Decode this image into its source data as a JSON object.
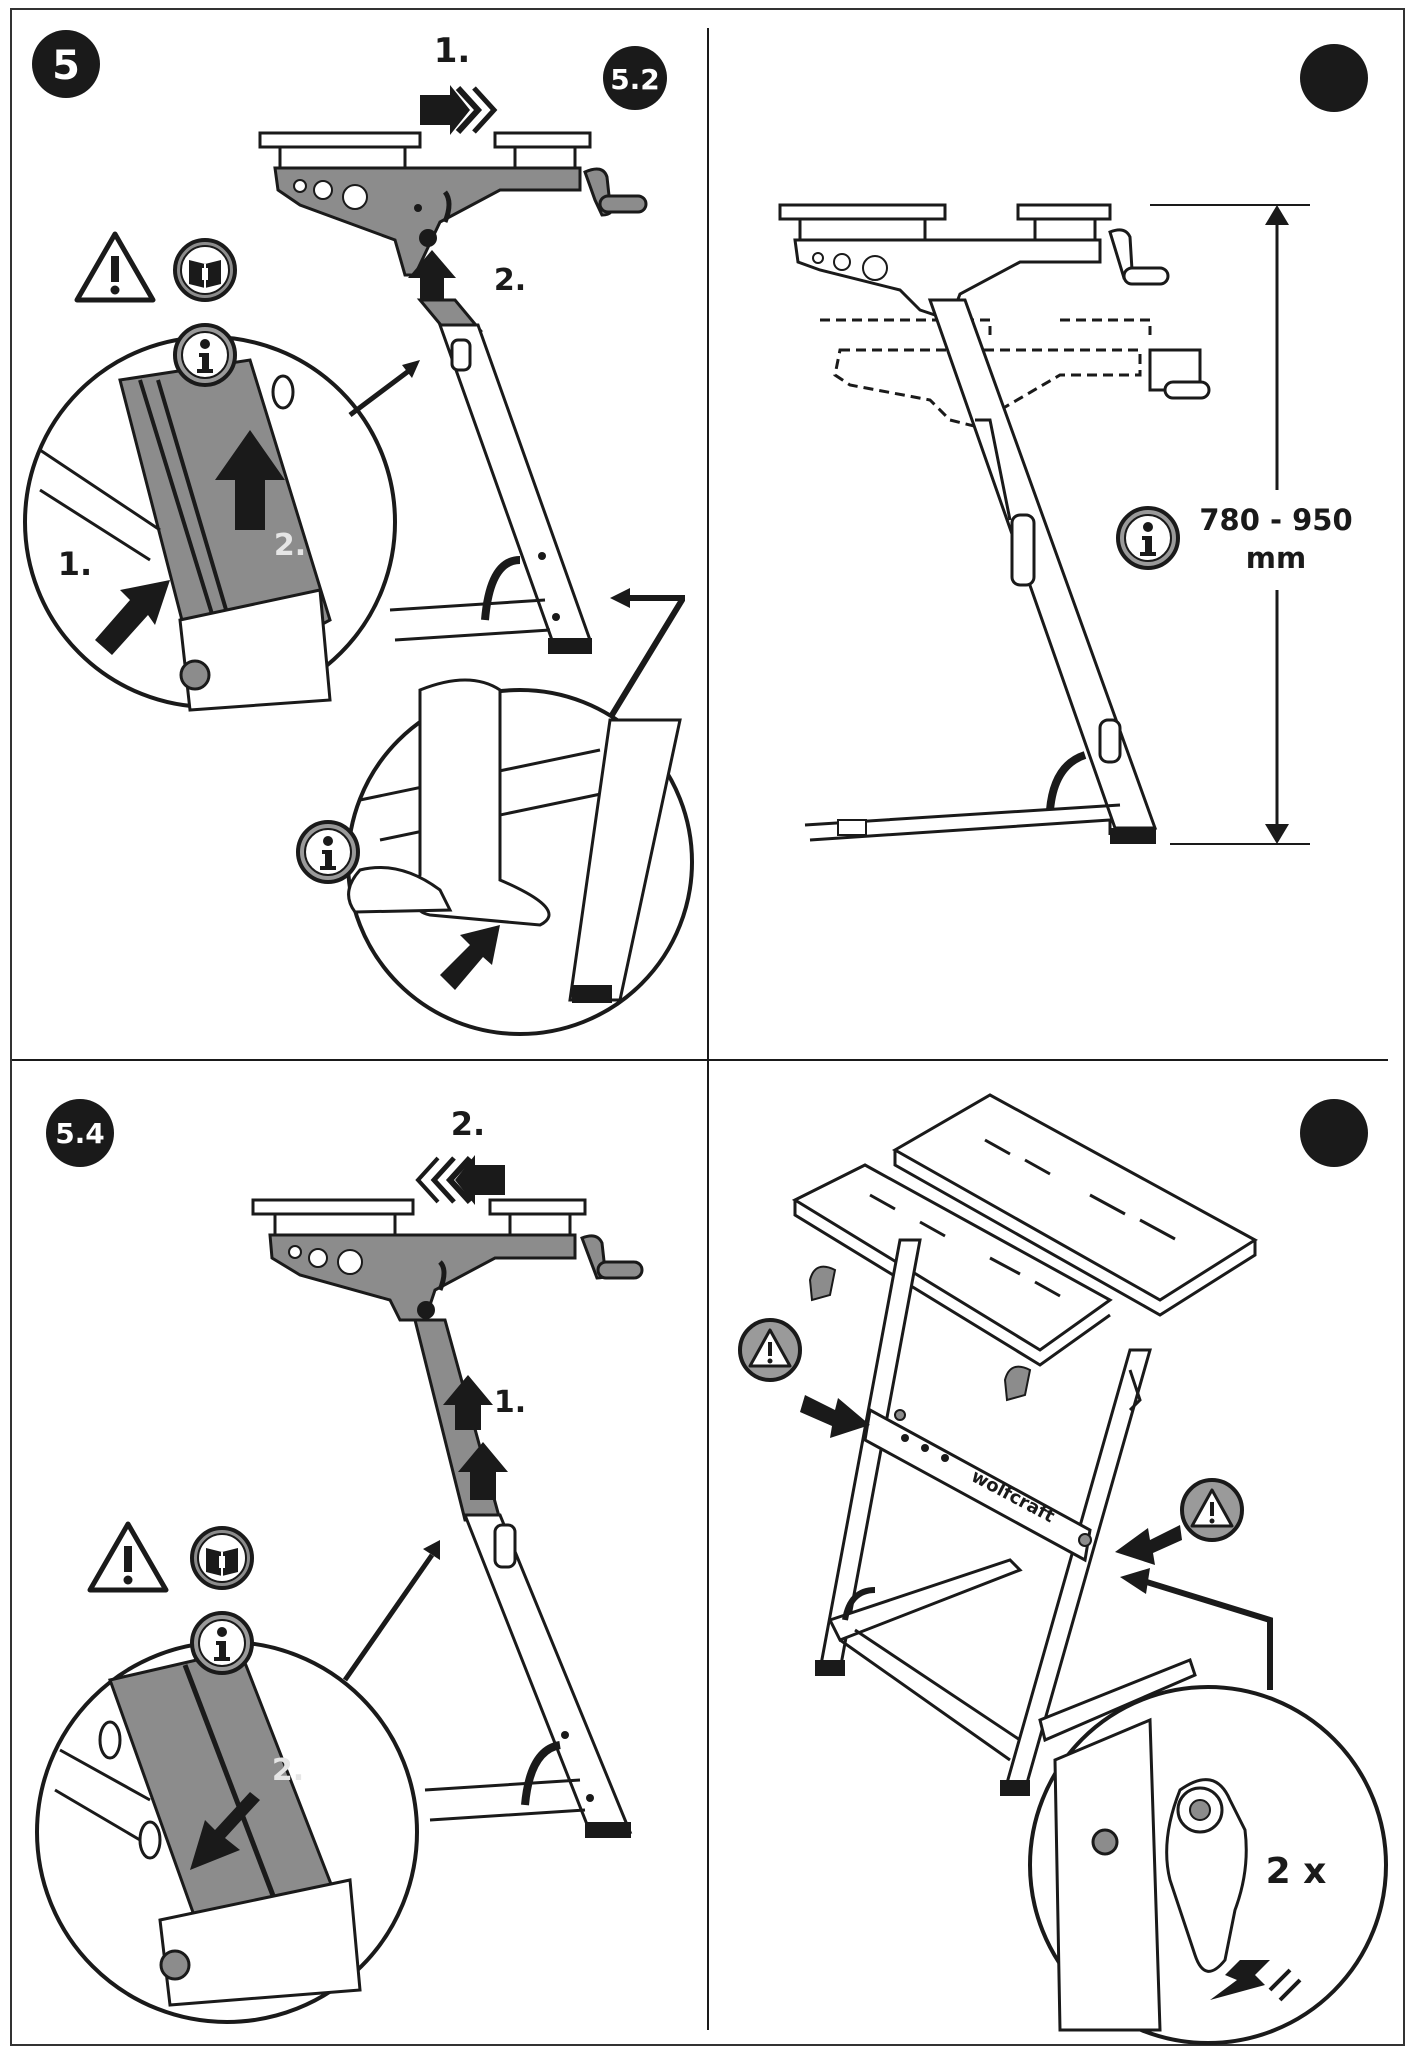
{
  "panels": [
    {
      "id": "5.1",
      "badge": "5",
      "step_top": "1.",
      "step_pivot": "2.",
      "sub_badge": "5.2",
      "zoom_step_a": "1.",
      "zoom_step_b": "2."
    },
    {
      "id": "5.3",
      "badge": "",
      "dimension": "780 - 950",
      "unit": "mm"
    },
    {
      "id": "5.4",
      "badge": "5.4",
      "step_top": "2.",
      "step_column": "1.",
      "zoom_step": "2."
    },
    {
      "id": "5.5",
      "badge": "",
      "count": "2 x"
    }
  ],
  "brand_mark": "wolfcraft",
  "colors": {
    "line": "#1a1a1a",
    "grey_fill": "#8c8c8c",
    "badge": "#1a1a1a",
    "info": "#9a9a9a"
  },
  "icons": [
    "warning-icon",
    "manual-icon",
    "info-icon",
    "arrow-icon"
  ]
}
